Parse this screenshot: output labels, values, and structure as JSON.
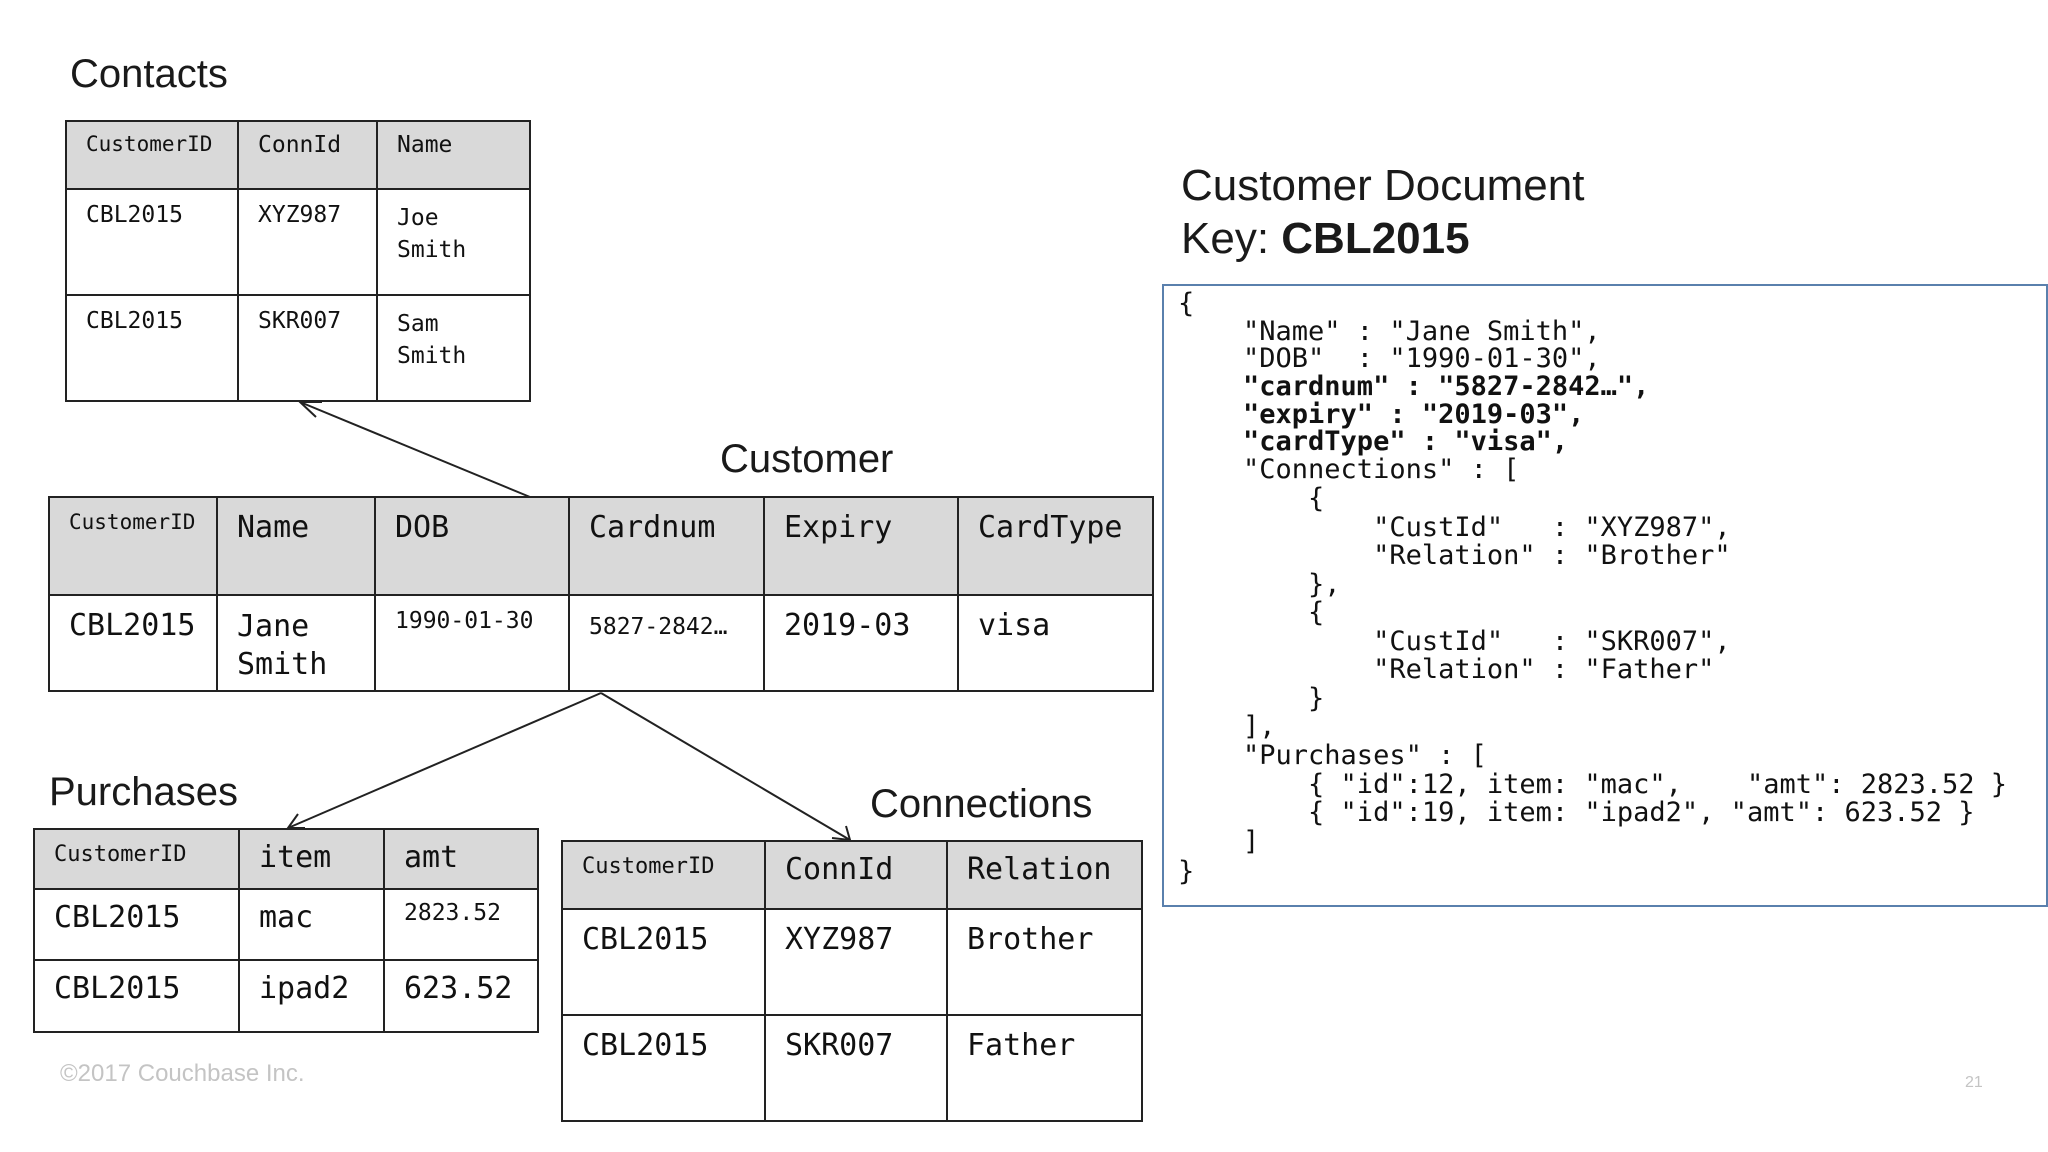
{
  "titles": {
    "contacts": "Contacts",
    "customer": "Customer",
    "purchases": "Purchases",
    "connections": "Connections",
    "document_line1": "Customer Document",
    "document_key_label": "Key: ",
    "document_key_value": "CBL2015"
  },
  "contacts": {
    "headers": [
      "CustomerID",
      "ConnId",
      "Name"
    ],
    "rows": [
      [
        "CBL2015",
        "XYZ987",
        "Joe",
        "Smith"
      ],
      [
        "CBL2015",
        "SKR007",
        "Sam",
        "Smith"
      ]
    ]
  },
  "customer": {
    "headers": [
      "CustomerID",
      "Name",
      "DOB",
      "Cardnum",
      "Expiry",
      "CardType"
    ],
    "row": [
      "CBL2015",
      "Jane",
      "Smith",
      "1990-01-30",
      "5827-2842…",
      "2019-03",
      "visa"
    ]
  },
  "purchases": {
    "headers": [
      "CustomerID",
      "item",
      "amt"
    ],
    "rows": [
      [
        "CBL2015",
        "mac",
        "2823.52"
      ],
      [
        "CBL2015",
        "ipad2",
        "623.52"
      ]
    ]
  },
  "connections": {
    "headers": [
      "CustomerID",
      "ConnId",
      "Relation"
    ],
    "rows": [
      [
        "CBL2015",
        "XYZ987",
        "Brother"
      ],
      [
        "CBL2015",
        "SKR007",
        "Father"
      ]
    ]
  },
  "json_document": {
    "lines": [
      "{",
      "    \"Name\" : \"Jane Smith\",",
      "    \"DOB\"  : \"1990-01-30\",",
      "    \"cardnum\" : \"5827-2842…\",",
      "    \"expiry\" : \"2019-03\",",
      "    \"cardType\" : \"visa\",",
      "    \"Connections\" : [",
      "        {",
      "            \"CustId\"   : \"XYZ987\",",
      "            \"Relation\" : \"Brother\"",
      "        },",
      "        {",
      "            \"CustId\"   : \"SKR007\",",
      "            \"Relation\" : \"Father\"",
      "        }",
      "    ],",
      "    \"Purchases\" : [",
      "        { \"id\":12, item: \"mac\",    \"amt\": 2823.52 }",
      "        { \"id\":19, item: \"ipad2\", \"amt\": 623.52 }",
      "    ]",
      "}"
    ],
    "bold_lines": [
      3,
      4,
      5
    ]
  },
  "footer": {
    "copyright": "©2017 Couchbase Inc.",
    "page_number": "21"
  },
  "colors": {
    "header_fill": "#d9d9d9",
    "border": "#222222",
    "json_border": "#5a80ad",
    "footer_text": "#c4c4c4"
  }
}
